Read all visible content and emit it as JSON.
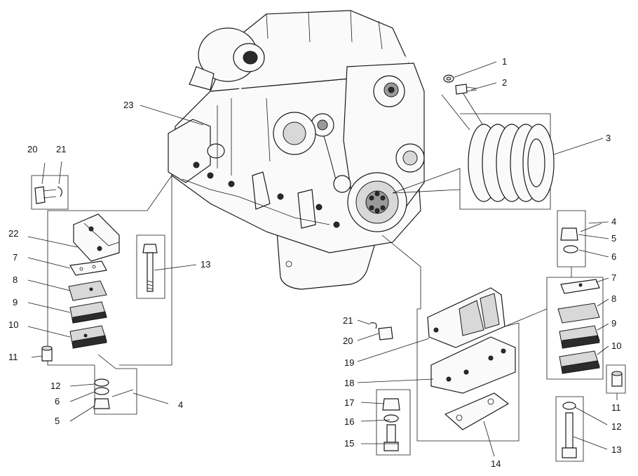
{
  "callouts": {
    "c1": "1",
    "c2": "2",
    "c3": "3",
    "c4_right": "4",
    "c5_right": "5",
    "c6_right": "6",
    "c7_right": "7",
    "c8_right": "8",
    "c9_right": "9",
    "c10_right": "10",
    "c11_right": "11",
    "c12_right": "12",
    "c13_right": "13",
    "c14": "14",
    "c15": "15",
    "c16": "16",
    "c17": "17",
    "c18": "18",
    "c19": "19",
    "c20_center": "20",
    "c21_center": "21",
    "c20_left": "20",
    "c21_left": "21",
    "c22": "22",
    "c23": "23",
    "c7_left": "7",
    "c8_left": "8",
    "c9_left": "9",
    "c10_left": "10",
    "c11_left": "11",
    "c12_left": "12",
    "c6_left": "6",
    "c5_left": "5",
    "c4_left": "4",
    "c13_left": "13"
  },
  "colors": {
    "ink": "#1a1a1a",
    "paper": "#ffffff"
  }
}
